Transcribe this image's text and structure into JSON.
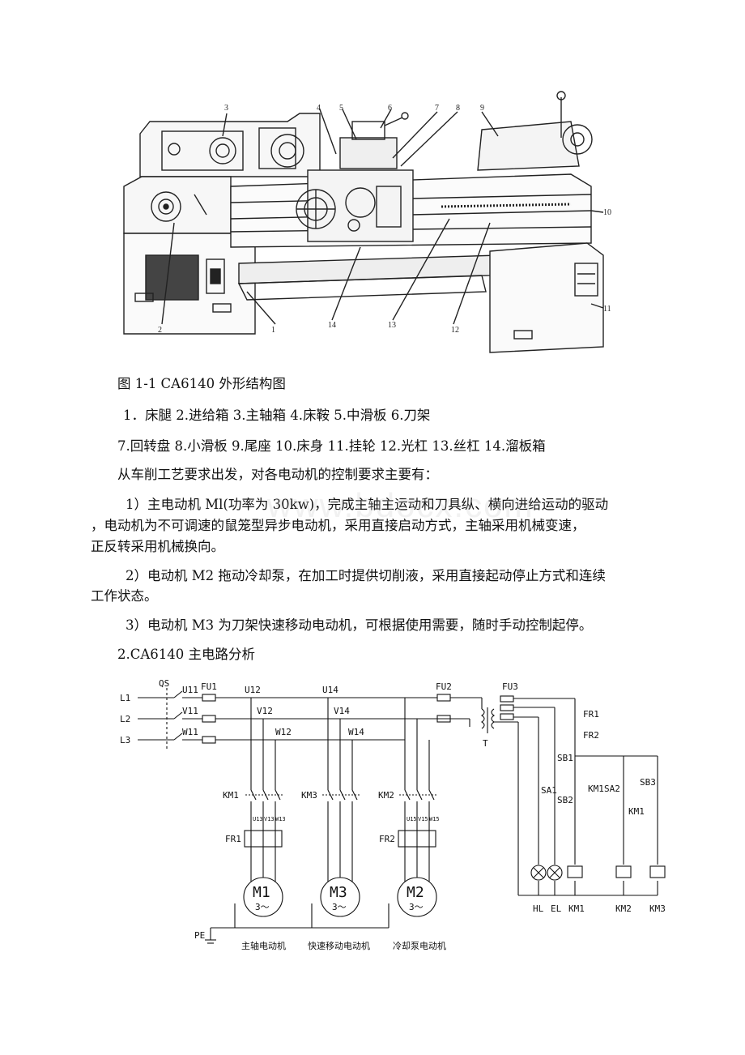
{
  "lathe_figure": {
    "callouts": [
      "1",
      "2",
      "3",
      "4",
      "5",
      "6",
      "7",
      "8",
      "9",
      "10",
      "11",
      "12",
      "13",
      "14"
    ]
  },
  "caption": "图 1-1 CA6140 外形结构图",
  "legend_line1": "1．床腿 2.进给箱 3.主轴箱 4.床鞍 5.中滑板 6.刀架",
  "legend_line2": "7.回转盘 8.小滑板 9.尾座 10.床身 11.挂轮 12.光杠 13.丝杠 14.溜板箱",
  "intro": "从车削工艺要求出发，对各电动机的控制要求主要有：",
  "req1_line1": "1）主电动机 Ml(功率为 30kw)，完成主轴主运动和刀具纵、横向进给运动的驱动",
  "req1_line2": "，电动机为不可调速的鼠笼型异步电动机，采用直接启动方式，主轴采用机械变速，",
  "req1_line3": "正反转采用机械换向。",
  "req2_line1": "2）电动机 M2 拖动冷却泵，在加工时提供切削液，采用直接起动停止方式和连续",
  "req2_line2": "工作状态。",
  "req3": "3）电动机 M3 为刀架快速移动电动机，可根据使用需要，随时手动控制起停。",
  "section_heading": "2.CA6140 主电路分析",
  "watermark": "www.bdocx.com",
  "circuit": {
    "phases": [
      "L1",
      "L2",
      "L3"
    ],
    "main_switch": "QS",
    "fuses": [
      "FU1",
      "FU2",
      "FU3"
    ],
    "nodes": [
      "U11",
      "V11",
      "W11",
      "U12",
      "V12",
      "W12",
      "U14",
      "V14",
      "W14",
      "U13",
      "V13",
      "W13"
    ],
    "node_small": [
      "U13",
      "V13",
      "W13",
      "U15",
      "V15",
      "W15"
    ],
    "transformer": "T",
    "contactors": [
      "KM1",
      "KM3",
      "KM2"
    ],
    "relays": [
      "FR1",
      "FR2"
    ],
    "motors": [
      {
        "name": "M1",
        "phase": "3～"
      },
      {
        "name": "M3",
        "phase": "3～"
      },
      {
        "name": "M2",
        "phase": "3～"
      }
    ],
    "motor_labels": [
      "主轴电动机",
      "快速移动电动机",
      "冷却泵电动机"
    ],
    "ground": "PE",
    "control_labels": [
      "FR1",
      "FR2",
      "SB1",
      "SA1",
      "SB2",
      "KM1",
      "SA2",
      "KM1",
      "SB3"
    ],
    "control_outputs": [
      "HL",
      "EL",
      "KM1",
      "KM2",
      "KM3"
    ]
  }
}
